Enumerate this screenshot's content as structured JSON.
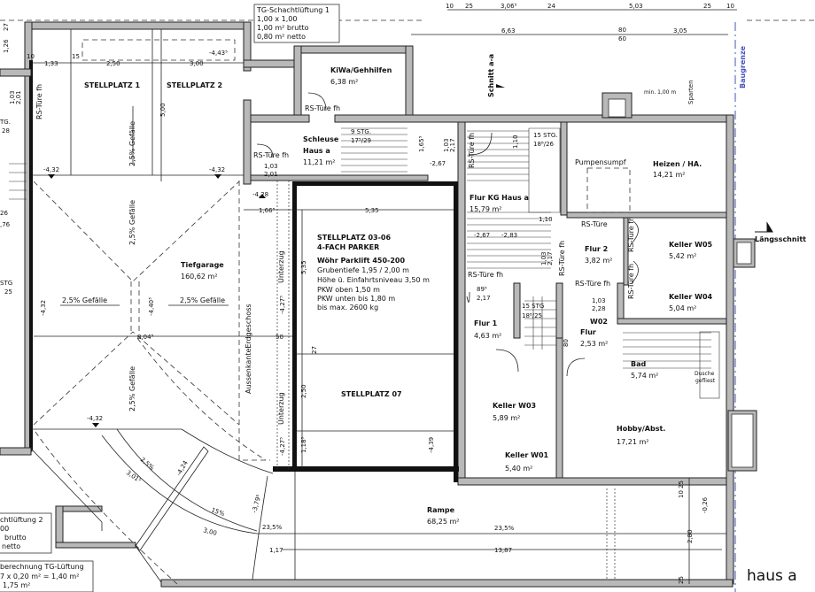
{
  "plan": {
    "title": "haus a",
    "colors": {
      "wall": "#b9b9b9",
      "baugrenze": "#4455bb",
      "line": "#222222"
    },
    "notes": {
      "tg1": [
        "TG-Schachtlüftung 1",
        "1,00 x 1,00",
        "1,00 m² brutto",
        "0,80 m² netto"
      ],
      "tg2": [
        "chtlüftung 2",
        "00",
        "brutto",
        "netto"
      ],
      "calc": [
        "berechnung TG-Lüftung",
        "7 x 0,20 m² = 1,40 m²",
        "1,75 m²"
      ]
    },
    "rooms": {
      "stellplatz1": "STELLPLATZ 1",
      "stellplatz2": "STELLPLATZ 2",
      "kiwa": {
        "name": "KiWa/Gehhilfen",
        "area": "6,38 m²"
      },
      "schleuse": {
        "name": "Schleuse",
        "name2": "Haus a",
        "area": "11,21 m²"
      },
      "heizen": {
        "name": "Heizen / HA.",
        "area": "14,21 m²"
      },
      "pumpensumpf": "Pumpensumpf",
      "flur_kg": {
        "name": "Flur KG Haus a",
        "area": "15,79 m²"
      },
      "tiefgarage": {
        "name": "Tiefgarage",
        "area": "160,62 m²"
      },
      "parker": {
        "name": "STELLPLATZ 03-06",
        "sub": "4-FACH PARKER",
        "model": "Wöhr Parklift 450-200",
        "specs": [
          "Grubentiefe 1,95 / 2,00 m",
          "Höhe ü. Einfahrtsniveau 3,50 m",
          "PKW oben 1,50 m",
          "PKW unten bis 1,80 m",
          "bis max. 2600 kg"
        ]
      },
      "stellplatz7": "STELLPLATZ 07",
      "flur2": {
        "name": "Flur 2",
        "area": "3,82 m²"
      },
      "keller_w05": {
        "name": "Keller W05",
        "area": "5,42 m²"
      },
      "keller_w04": {
        "name": "Keller W04",
        "area": "5,04 m²"
      },
      "flur1": {
        "name": "Flur 1",
        "area": "4,63 m²"
      },
      "w02": {
        "name": "W02",
        "sub": "Flur",
        "area": "2,53 m²"
      },
      "bad": {
        "name": "Bad",
        "area": "5,74 m²"
      },
      "dusche": [
        "Dusche",
        "gefliest"
      ],
      "keller_w03": {
        "name": "Keller W03",
        "area": "5,89 m²"
      },
      "keller_w01": {
        "name": "Keller W01",
        "area": "5,40 m²"
      },
      "hobby": {
        "name": "Hobby/Abst.",
        "area": "17,21 m²"
      },
      "rampe": {
        "name": "Rampe",
        "area": "68,25 m²"
      }
    },
    "labels": {
      "rs_fh": "RS-Türe fh",
      "rs": "RS-Türe",
      "stg9": [
        "9 STG.",
        "17⁵/29"
      ],
      "stg15a": [
        "15 STG.",
        "18⁸/26"
      ],
      "stg15b": [
        "15 STG",
        "18⁸/25"
      ],
      "schnitt": "Schnitt a-a",
      "laengsschnitt": "Längsschnitt",
      "baugrenze": "Baugrenze",
      "sparten": "Sparten",
      "min": "min. 1,00 m",
      "gefaelle": "2,5% Gefälle",
      "aussenkante": "AussenkanteErdgeschoss",
      "unterzug": "Unterzug",
      "left_fragments": [
        "1,26",
        "27",
        "TG.",
        "28",
        "STG",
        "25",
        "26",
        ",76"
      ]
    },
    "dimensions": {
      "top": [
        "10",
        "25",
        "3,06⁵",
        "24",
        "5,03",
        "25",
        "10"
      ],
      "top2": [
        "6,63",
        "80",
        "60",
        "3,05"
      ],
      "garage": [
        "10",
        "1,33",
        "15",
        "2,50",
        "3,00",
        "5,00"
      ],
      "door_1": [
        "1,03",
        "2,01"
      ],
      "door_2": [
        "1,03",
        "2,17"
      ],
      "door_3": [
        "1,03",
        "2,28"
      ],
      "door_4": [
        "89⁵",
        "2,17"
      ],
      "misc": [
        "1,65⁵",
        "1,10",
        "1,66⁵",
        "5,35",
        "5,35",
        "50",
        "27",
        "8,04⁵",
        "2,50",
        "1,18⁵",
        "3,01⁵",
        "3,00",
        "1,17",
        "13,87",
        "2,80",
        "80",
        "25",
        "10",
        "25"
      ],
      "slopes": [
        "2,5%",
        "15%",
        "23,5%",
        "23,5%"
      ]
    },
    "levels": [
      "-4,43⁵",
      "-4,32",
      "-4,32",
      "-2,67",
      "-2,67",
      "-2,83",
      "-4,28",
      "-4,40³",
      "-4,32",
      "-4,27⁵",
      "-4,32",
      "-4,27⁵",
      "-4,24",
      "-3,79⁵",
      "-4,39",
      "-0,26"
    ]
  }
}
